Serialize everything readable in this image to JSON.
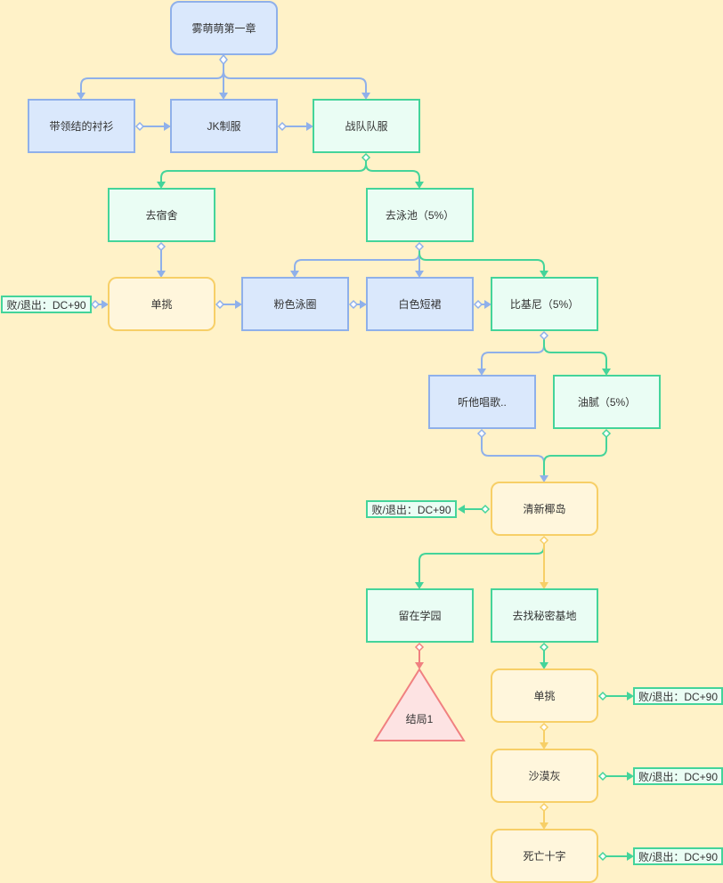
{
  "nodes": {
    "start": "雾萌萌第一章",
    "shirt": "带领结的衬衫",
    "jk": "JK制服",
    "team": "战队队服",
    "dorm": "去宿舍",
    "pool": "去泳池（5%）",
    "duel1": "单挑",
    "fail1": "败/退出：DC+90",
    "pink_ring": "粉色泳圈",
    "white_skirt": "白色短裙",
    "bikini": "比基尼（5%）",
    "song": "听他唱歌..",
    "oil": "油腻（5%）",
    "island": "清新椰岛",
    "fail2": "败/退出：DC+90",
    "stay": "留在学园",
    "secret": "去找秘密基地",
    "ending1": "结局1",
    "duel2": "单挑",
    "fail3": "败/退出：DC+90",
    "desert": "沙漠灰",
    "fail4": "败/退出：DC+90",
    "cross": "死亡十字",
    "fail5": "败/退出：DC+90"
  },
  "colors": {
    "blue_edge": "#8fb0ea",
    "green_edge": "#44d49a",
    "yellow_edge": "#f7cf67",
    "red_edge": "#f08080",
    "background": "#fff2c8"
  }
}
